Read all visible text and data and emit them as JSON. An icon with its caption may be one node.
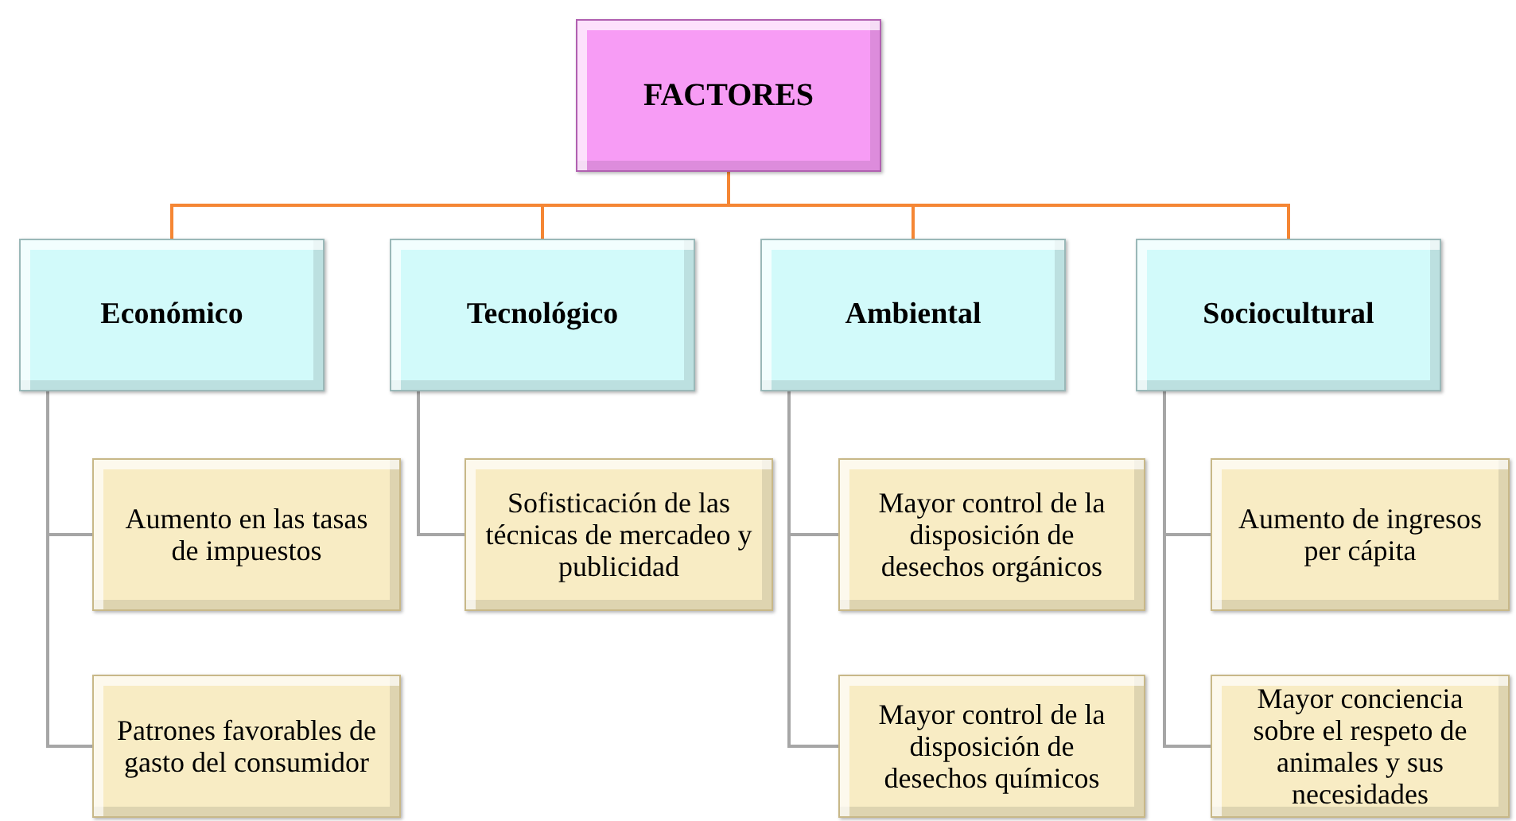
{
  "diagram": {
    "nodes": [
      {
        "text": [
          "FACTORES"
        ]
      },
      {
        "text": [
          "Económico"
        ]
      },
      {
        "text": [
          "Tecnológico"
        ]
      },
      {
        "text": [
          "Ambiental"
        ]
      },
      {
        "text": [
          "Sociocultural"
        ]
      },
      {
        "text": [
          "Aumento en las tasas de impuestos"
        ]
      },
      {
        "text": [
          "Patrones favorables de gasto del consumidor"
        ]
      },
      {
        "text": [
          "Sofisticación de las técnicas de mercadeo y publicidad"
        ]
      },
      {
        "text": [
          "Mayor control de la disposición de desechos orgánicos"
        ]
      },
      {
        "text": [
          "Mayor control de la disposición de desechos químicos"
        ]
      },
      {
        "text": [
          "Aumento de ingresos per cápita"
        ]
      },
      {
        "text": [
          "Mayor conciencia sobre el respeto de animales y sus necesidades"
        ]
      }
    ],
    "edges": [
      {
        "from": 0,
        "to": 1,
        "arrow": "none",
        "color": "#f58634"
      },
      {
        "from": 0,
        "to": 2,
        "arrow": "none",
        "color": "#f58634"
      },
      {
        "from": 0,
        "to": 3,
        "arrow": "none",
        "color": "#f58634"
      },
      {
        "from": 0,
        "to": 4,
        "arrow": "none",
        "color": "#f58634"
      },
      {
        "from": 1,
        "to": 5,
        "arrow": "none"
      },
      {
        "from": 1,
        "to": 6,
        "arrow": "none"
      },
      {
        "from": 2,
        "to": 7,
        "arrow": "none"
      },
      {
        "from": 3,
        "to": 8,
        "arrow": "none"
      },
      {
        "from": 3,
        "to": 9,
        "arrow": "none"
      },
      {
        "from": 4,
        "to": 10,
        "arrow": "none"
      },
      {
        "from": 4,
        "to": 11,
        "arrow": "none"
      }
    ]
  }
}
